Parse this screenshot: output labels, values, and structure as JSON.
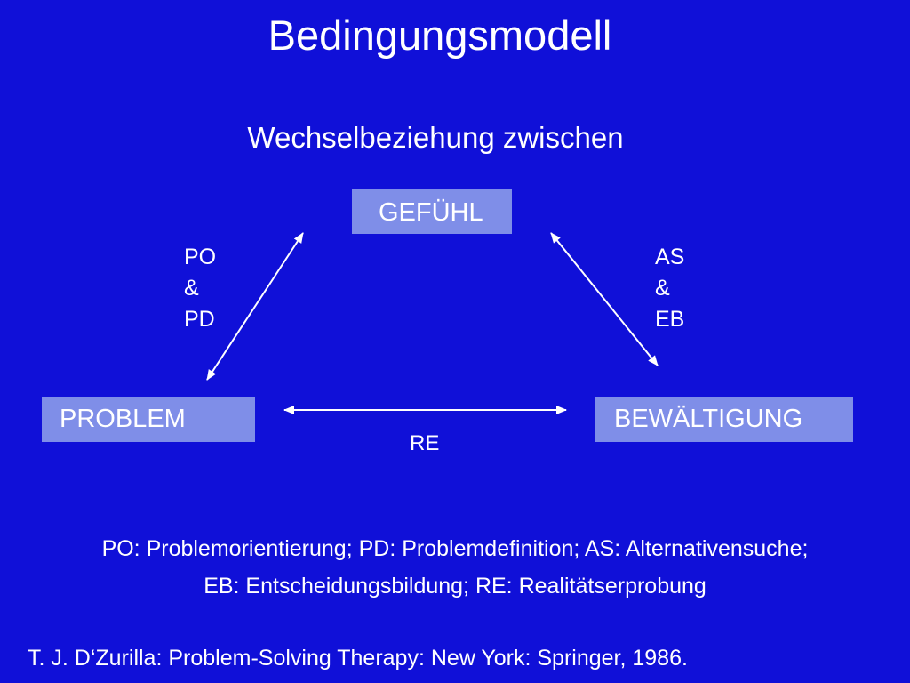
{
  "title": "Bedingungsmodell",
  "subtitle": "Wechselbeziehung zwischen",
  "nodes": {
    "gefuehl": "GEFÜHL",
    "problem": "PROBLEM",
    "bewaeltigung": "BEWÄLTIGUNG"
  },
  "edges": {
    "left": [
      "PO",
      "&",
      "PD"
    ],
    "right": [
      "AS",
      "&",
      "EB"
    ],
    "bottom": "RE"
  },
  "legend": {
    "line1": "PO: Problemorientierung; PD: Problemdefinition; AS: Alternativensuche;",
    "line2": "EB: Entscheidungsbildung; RE: Realitätserprobung"
  },
  "citation": "T. J. D‘Zurilla: Problem-Solving Therapy: New York: Springer, 1986.",
  "colors": {
    "background": "#1010d8",
    "box": "#7f8ee8",
    "text": "#ffffff"
  }
}
